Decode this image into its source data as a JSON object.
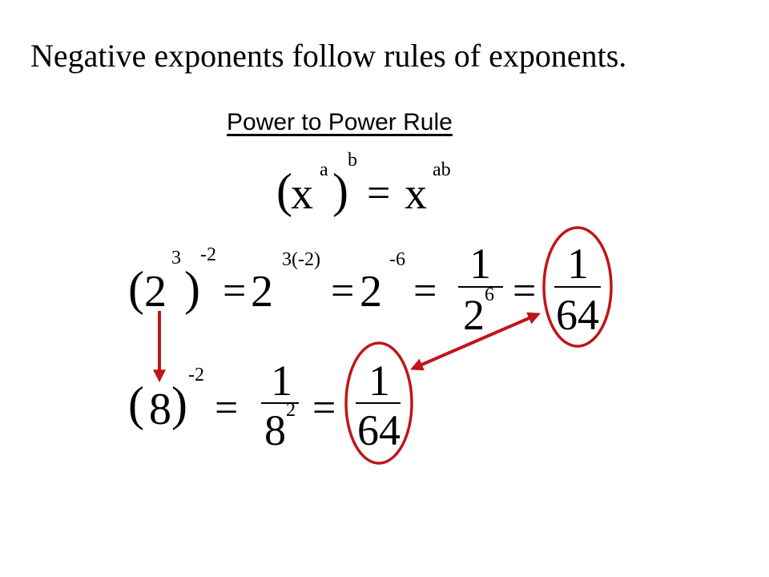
{
  "slide": {
    "title": "Negative exponents follow rules of exponents.",
    "subtitle": "Power to Power Rule"
  },
  "rule": {
    "open_paren": "(",
    "base": "x",
    "inner_exp": "a",
    "close_paren": ")",
    "outer_exp": "b",
    "equals": "=",
    "result_base": "x",
    "result_exp": "ab"
  },
  "example1": {
    "open_paren": "(",
    "base": "2",
    "inner_exp": "3",
    "close_paren": ")",
    "outer_exp": "-2",
    "eq1": "=",
    "step1_base": "2",
    "step1_exp": "3(-2)",
    "eq2": "=",
    "step2_base": "2",
    "step2_exp": "-6",
    "eq3": "=",
    "frac1_num": "1",
    "frac1_den_base": "2",
    "frac1_den_exp": "6",
    "eq4": "=",
    "frac2_num": "1",
    "frac2_den": "64"
  },
  "example2": {
    "open_paren": "(",
    "base": "8",
    "close_paren": ")",
    "outer_exp": "-2",
    "eq1": "=",
    "frac1_num": "1",
    "frac1_den_base": "8",
    "frac1_den_exp": "2",
    "eq2": "=",
    "frac2_num": "1",
    "frac2_den": "64"
  },
  "colors": {
    "annotation": "#c0141c",
    "text": "#000000"
  }
}
